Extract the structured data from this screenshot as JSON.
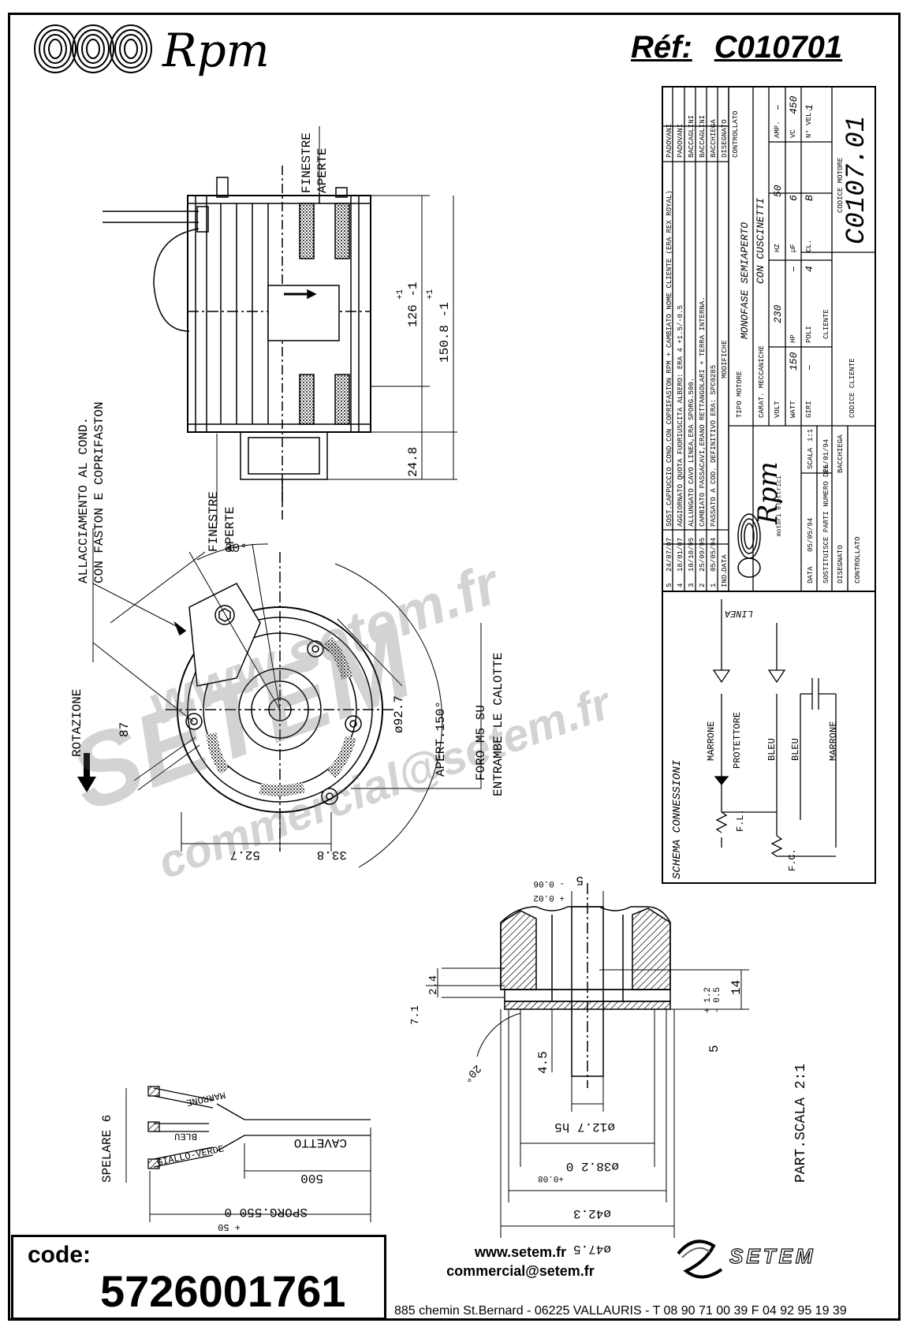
{
  "header": {
    "brand": "Rpm",
    "ref_label": "Réf:",
    "ref_value": "C010701"
  },
  "title_block": {
    "revisions": [
      {
        "ind": "5",
        "data": "24/07/07",
        "text": "SOST.CAPPUCCIO COND.CON COPRIFASTON RPM + CAMBIATO NOME CLIENTE (ERA REX ROYAL)",
        "by": "PADOVANI"
      },
      {
        "ind": "4",
        "data": "18/01/07",
        "text": "AGGIORNATO QUOTA FUORIUSCITA ALBERO: ERA 4 +1.5/-0.5",
        "by": "PADOVANI"
      },
      {
        "ind": "3",
        "data": "10/10/95",
        "text": "ALLUNGATO CAVO LINEA,ERA SPORG.500.",
        "by": "BACCAGLINI"
      },
      {
        "ind": "2",
        "data": "25/09/95",
        "text": "CAMBIATO PASSACAVI,ERANO RETTANGOLARI + TERRA INTERNA.",
        "by": "BACCAGLINI"
      },
      {
        "ind": "1",
        "data": "05/05/94",
        "text": "PASSATO A COD. DEFINITIVO ERA: SPC0285",
        "by": "BACCHIEGA"
      }
    ],
    "rev_headers": {
      "ind": "IND.",
      "data": "DATA",
      "modifiche": "MODIFICHE",
      "disegnato": "DISEGNATO",
      "controllato": "CONTROLLATO"
    },
    "tipo_motore_label": "TIPO MOTORE",
    "tipo_motore_value": "MONOFASE SEMIAPERTO",
    "carat_label": "CARAT. MECCANICHE",
    "carat_value": "CON CUSCINETTI",
    "specs": [
      {
        "k": "VOLT",
        "v": "230"
      },
      {
        "k": "HZ",
        "v": "50"
      },
      {
        "k": "AMP.",
        "v": "–"
      },
      {
        "k": "WATT",
        "v": "150"
      },
      {
        "k": "HP",
        "v": "–"
      },
      {
        "k": "µF",
        "v": "6"
      },
      {
        "k": "VC",
        "v": "450"
      },
      {
        "k": "GIRI",
        "v": "–"
      },
      {
        "k": "POLI",
        "v": "4"
      },
      {
        "k": "CL.",
        "v": "B"
      },
      {
        "k": "N° VEL.",
        "v": "1"
      }
    ],
    "cliente_label": "CLIENTE",
    "codice_motore_label": "CODICE MOTORE",
    "codice_motore_value": "C0107.01",
    "codice_cliente_label": "CODICE CLIENTE",
    "logo_sub": "motori elettrici",
    "sostituisce": "SOSTITUISCE PARTI NUMERO DEL",
    "sost_date": "26/01/94",
    "data_label": "DATA",
    "data_value": "05/05/94",
    "scala_label": "SCALA",
    "scala_value": "1:1",
    "disegnato_label": "DISEGNATO",
    "disegnato_value": "BACCHIEGA",
    "controllato_label": "CONTROLLATO"
  },
  "side_view": {
    "finestre_top": [
      "FINESTRE",
      "APERTE"
    ],
    "finestre_bottom": [
      "FINESTRE",
      "APERTE"
    ],
    "dim_126": "126 -1",
    "dim_126_tol": "+1",
    "dim_150": "150.8 -1",
    "dim_150_tol": "+1",
    "dim_24": "24.8"
  },
  "front_view": {
    "allacciamento": [
      "ALLACCIAMENTO AL COND.",
      "CON FASTON E COPRIFASTON"
    ],
    "rotazione": "ROTAZIONE",
    "dim_30": "30°",
    "dim_87": "87",
    "dim_92": "ø92.7",
    "apert": "APERT.150°",
    "foro": [
      "FORO M5 SU",
      "ENTRAMBE LE CALOTTE"
    ],
    "dim_52": "52.7",
    "dim_33": "33.8"
  },
  "schema": {
    "title": "SCHEMA CONNESSIONI",
    "linea": "LINEA",
    "marrone1": "MARRONE",
    "protettore": "PROTETTORE",
    "bleu1": "BLEU",
    "bleu2": "BLEU",
    "marrone2": "MARRONE",
    "fl": "F.L.",
    "fc": "F.C."
  },
  "shaft_detail": {
    "dim_5_top": "5",
    "tol_5_top": [
      "- 0.06",
      "+ 0.02"
    ],
    "dim_14": "14",
    "dim_2_4": "2.4",
    "dim_7_1": "7.1",
    "dim_20": "20°",
    "tol_5_side": [
      "+ 1.2",
      "- 0.5"
    ],
    "dim_5_side": "5",
    "dim_4_5": "4.5",
    "d12": "ø12.7 h5",
    "d38": "ø38.2 0",
    "d38_tol": "+0.08",
    "d42": "ø42.3",
    "d47": "ø47.5",
    "part_scala": "PART.SCALA 2:1"
  },
  "cable": {
    "marrone": "MARRONE",
    "bleu": "BLEU",
    "giallo": "GIALLO-VERDE",
    "cavetto": "CAVETTO",
    "dim_500": "500",
    "sporg": "SPORG.550 0",
    "sporg_tol": "+ 50",
    "spelare": "SPELARE 6"
  },
  "watermark": {
    "url": "www.setem.fr",
    "name": "SETEM",
    "mail": "commercial@setem.fr"
  },
  "footer": {
    "code_label": "code:",
    "code_value": "5726001761",
    "website": "www.setem.fr",
    "email": "commercial@setem.fr",
    "address": "885 chemin St.Bernard  -  06225 VALLAURIS  -  T 08 90 71 00 39   F 04 92 95 19 39",
    "setem_brand": "SETEM"
  }
}
